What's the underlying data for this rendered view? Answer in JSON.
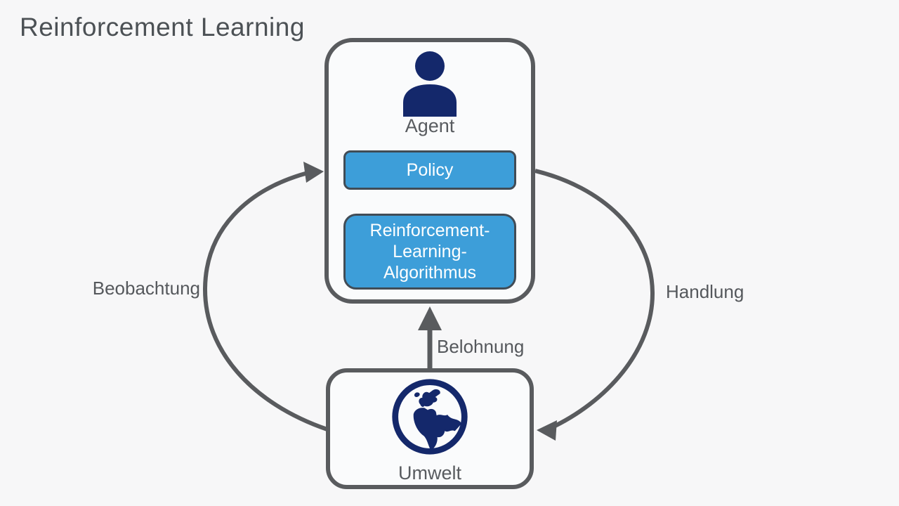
{
  "title": "Reinforcement Learning",
  "agent": {
    "label": "Agent",
    "policy_label": "Policy",
    "algorithm_label": "Reinforcement-\nLearning-\nAlgorithmus"
  },
  "environment": {
    "label": "Umwelt"
  },
  "arrows": {
    "observation_label": "Beobachtung",
    "action_label": "Handlung",
    "reward_label": "Belohnung"
  },
  "icons": {
    "agent": "person-icon",
    "environment": "globe-icon"
  },
  "colors": {
    "background": "#f7f7f8",
    "box_fill": "#fafbfc",
    "outline_gray": "#595b5e",
    "accent_blue": "#3d9ed9",
    "blue_border": "#414c56",
    "accent_navy": "#14286b",
    "text_gray": "#55585c",
    "title_gray": "#4c5155"
  }
}
